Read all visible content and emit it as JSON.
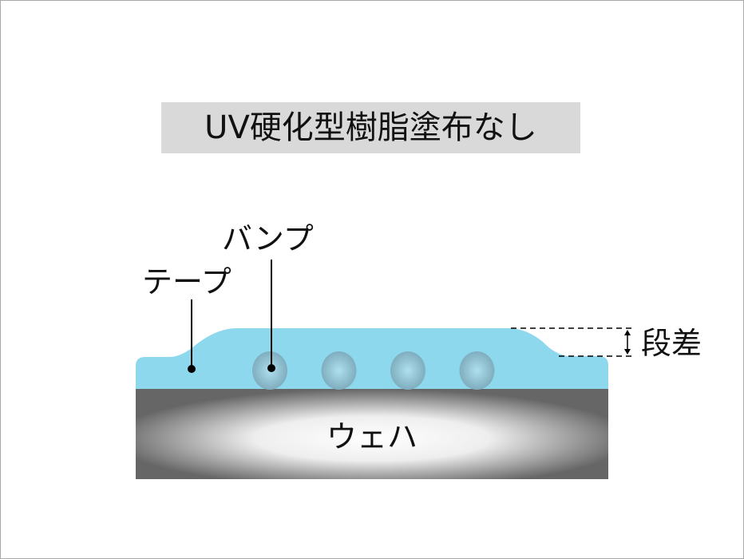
{
  "title": "UV硬化型樹脂塗布なし",
  "labels": {
    "bump": "バンプ",
    "tape": "テープ",
    "step": "段差",
    "wafer": "ウェハ"
  },
  "colors": {
    "tape": "#8ed8ee",
    "bump": "#7fb4c8",
    "wafer_edge": "#666666",
    "title_bg": "#d9d9d9"
  },
  "bump_count": 4
}
